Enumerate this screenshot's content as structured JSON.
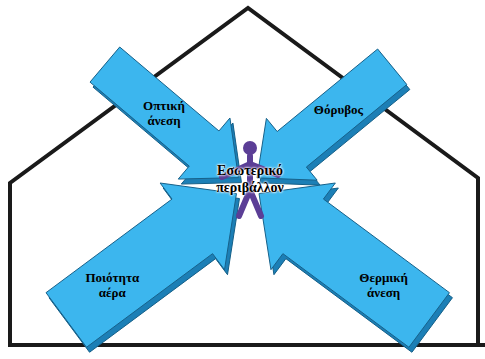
{
  "diagram": {
    "nodes": [
      {
        "text": [
          "Οπτική άνεση"
        ]
      },
      {
        "text": [
          "Θόρυβος"
        ]
      },
      {
        "text": [
          "Ποιότητα αέρα"
        ]
      },
      {
        "text": [
          "Θερμική άνεση"
        ]
      }
    ],
    "labels": [
      "Εσωτερικό περιβάλλον"
    ]
  }
}
